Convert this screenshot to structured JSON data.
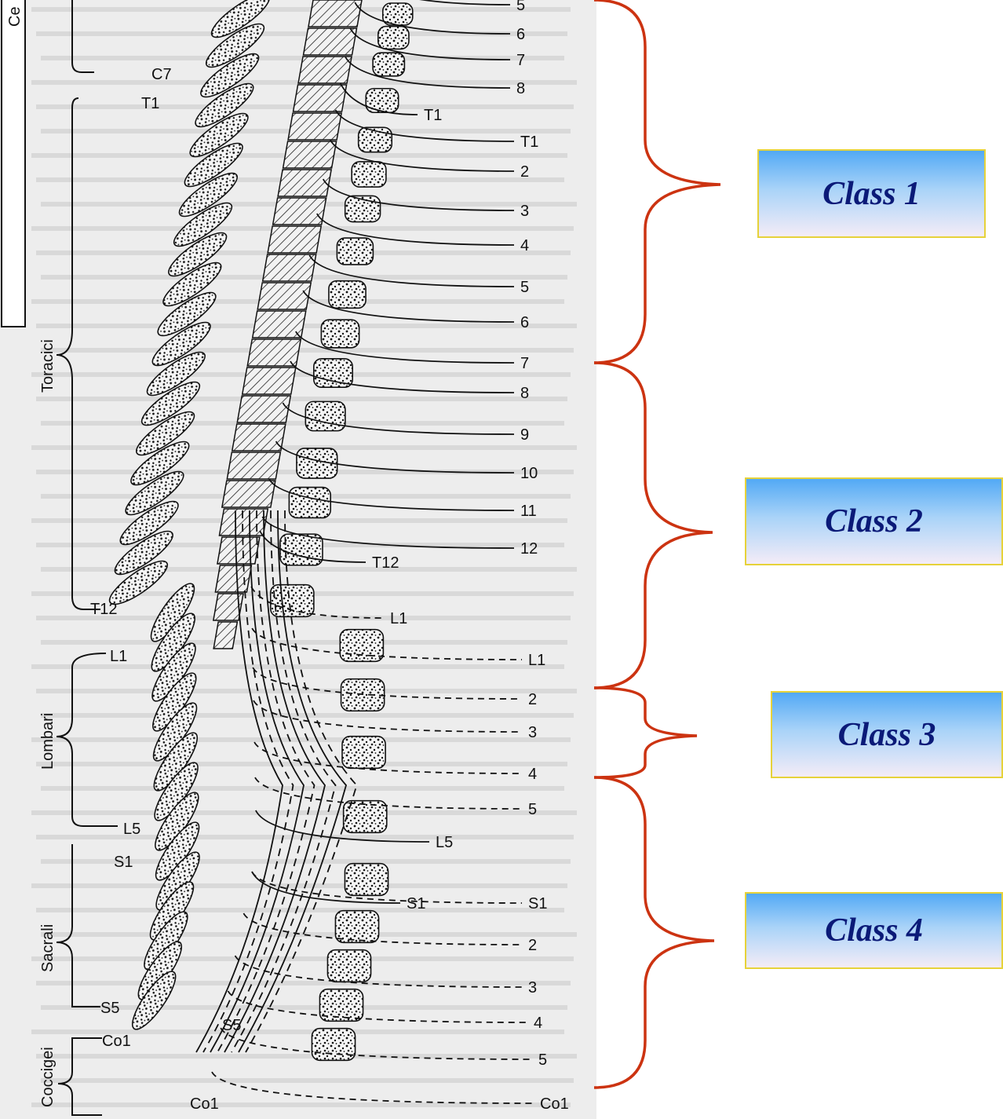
{
  "class_labels": [
    "Class 1",
    "Class 2",
    "Class 3",
    "Class 4"
  ],
  "regions": {
    "cervical": "Ce",
    "thoracic": "Toracici",
    "lumbar": "Lombari",
    "sacral": "Sacrali",
    "coccygeal": "Coccigei"
  },
  "left_level_labels": [
    "C7",
    "T1",
    "T12",
    "L1",
    "L5",
    "S1",
    "S5",
    "Co1"
  ],
  "right_nerve_labels": [
    "5",
    "6",
    "7",
    "8",
    "T1",
    "T1",
    "2",
    "3",
    "4",
    "5",
    "6",
    "7",
    "8",
    "9",
    "10",
    "11",
    "12",
    "T12",
    "L1",
    "L1",
    "2",
    "3",
    "4",
    "5",
    "L5",
    "S1",
    "S1",
    "2",
    "3",
    "S5",
    "4",
    "5",
    "Co1",
    "Co1"
  ],
  "colors": {
    "bracket": "#cc3311",
    "class_text": "#0b1a78",
    "box_border": "#e6d23a",
    "box_top": "#52a9f5",
    "box_bottom": "#f4ecf7"
  }
}
